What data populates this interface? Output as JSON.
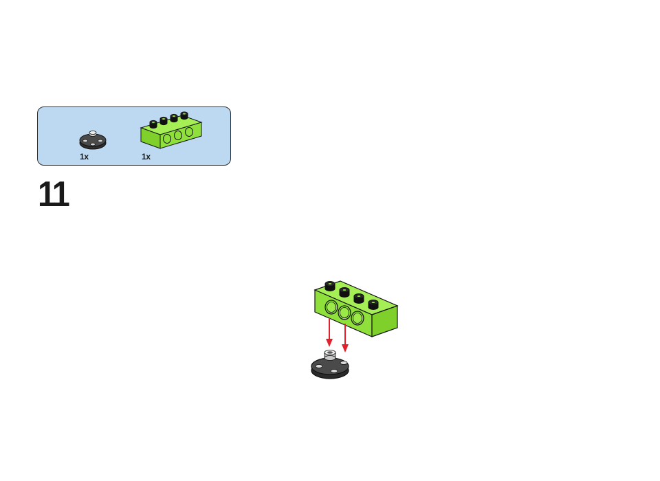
{
  "parts_list": {
    "items": [
      {
        "part": "round-plate-2x2",
        "color": "#3c3c3c",
        "quantity": "1x"
      },
      {
        "part": "technic-brick-1x4",
        "color": "#8fe03a",
        "quantity": "1x"
      }
    ],
    "background": "#bcd9f1"
  },
  "step": {
    "number": "11"
  },
  "assembly": {
    "arrow_color": "#e0202a",
    "brick_color": "#8fe03a",
    "plate_color": "#3c3c3c"
  }
}
